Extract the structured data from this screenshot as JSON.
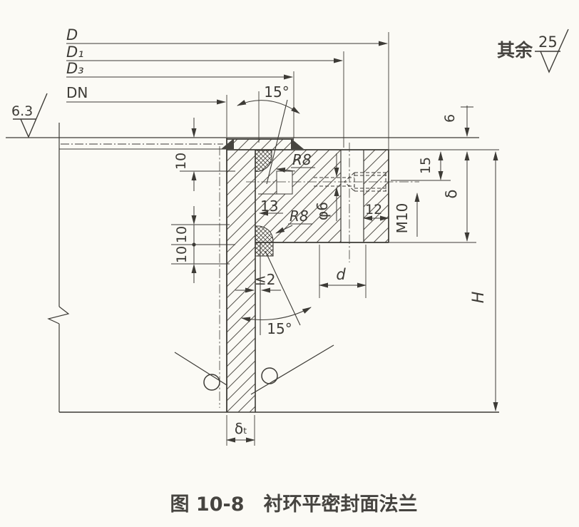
{
  "colors": {
    "paper": "#fbfaf5",
    "ink": "#3d3b36"
  },
  "labels": {
    "D": "D",
    "D1": "D₁",
    "D3": "D₃",
    "DN": "DN",
    "angle_top": "15°",
    "angle_bottom": "15°",
    "ten_top": "10",
    "ten_mid": "10",
    "ten_bot": "10",
    "r8_top": "R8",
    "r8_bottom": "R8",
    "thirteen": "13",
    "phi6": "φ6",
    "twelve": "12",
    "m10": "M10",
    "fifteen": "15",
    "delta": "δ",
    "six": "6",
    "H": "H",
    "le2": "≤2",
    "d": "d",
    "delta_t": "δₜ"
  },
  "roughness_left": {
    "value": "6.3"
  },
  "roughness_corner": {
    "prefix": "其余",
    "value": "25"
  },
  "caption": "图 10-8　衬环平密封面法兰"
}
